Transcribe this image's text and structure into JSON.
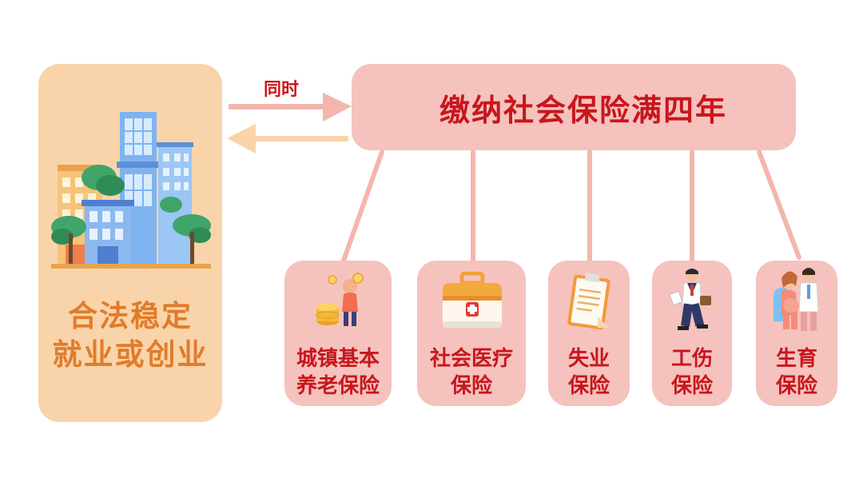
{
  "left_card": {
    "line1": "合法稳定",
    "line2": "就业或创业"
  },
  "together_label": "同时",
  "top_box": {
    "text": "缴纳社会保险满四年"
  },
  "insurances": [
    {
      "line1": "城镇基本",
      "line2": "养老保险",
      "icon": "pension-coins-icon"
    },
    {
      "line1": "社会医疗",
      "line2": "保险",
      "icon": "first-aid-kit-icon"
    },
    {
      "line1": "失业",
      "line2": "保险",
      "icon": "clipboard-icon"
    },
    {
      "line1": "工伤",
      "line2": "保险",
      "icon": "injured-worker-icon"
    },
    {
      "line1": "生育",
      "line2": "保险",
      "icon": "mother-child-icon"
    }
  ],
  "colors": {
    "left_card_bg": "#f9d4aa",
    "left_text": "#e07c2a",
    "box_bg": "#f5c2bd",
    "box_text": "#c8161d",
    "connector": "#f3b6ae"
  }
}
